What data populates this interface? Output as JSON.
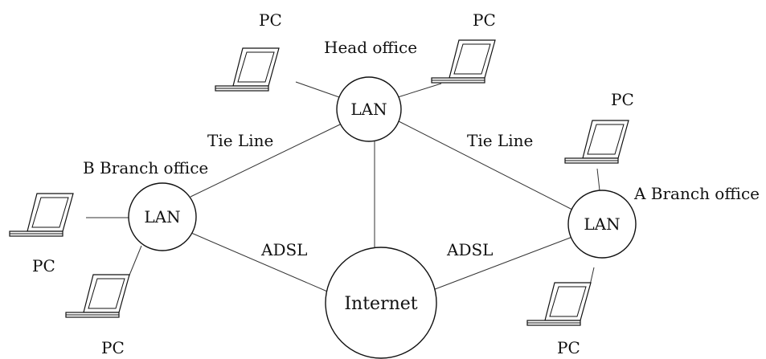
{
  "diagram": {
    "nodes": {
      "head_lan": "LAN",
      "a_lan": "LAN",
      "b_lan": "LAN",
      "internet": "Internet"
    },
    "locations": {
      "head_office": "Head office",
      "a_branch": "A Branch office",
      "b_branch": "B Branch office"
    },
    "links": {
      "tie_line_left": "Tie Line",
      "tie_line_right": "Tie Line",
      "adsl_left": "ADSL",
      "adsl_right": "ADSL"
    },
    "pcs": {
      "head_left": "PC",
      "head_right": "PC",
      "a_top": "PC",
      "a_bottom": "PC",
      "b_left": "PC",
      "b_bottom": "PC"
    }
  }
}
